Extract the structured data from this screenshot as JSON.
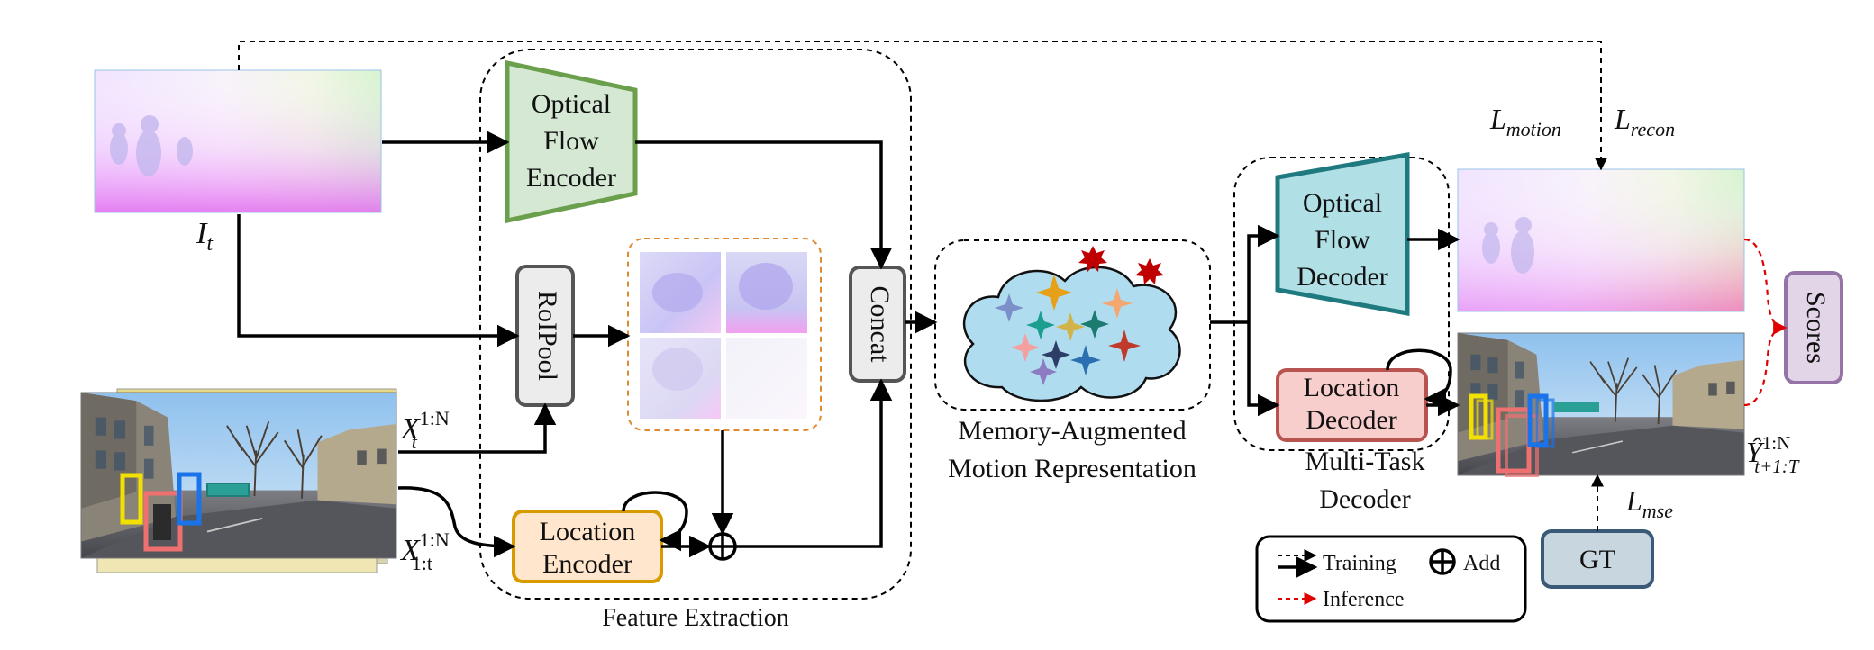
{
  "modules": {
    "optical_flow_encoder": [
      "Optical",
      "Flow",
      "Encoder"
    ],
    "roipool": "RoIPool",
    "concat": "Concat",
    "location_encoder": [
      "Location",
      "Encoder"
    ],
    "feature_extraction": "Feature Extraction",
    "memory": [
      "Memory-Augmented",
      "Motion Representation"
    ],
    "optical_flow_decoder": [
      "Optical",
      "Flow",
      "Decoder"
    ],
    "location_decoder": [
      "Location",
      "Decoder"
    ],
    "multitask": [
      "Multi-Task",
      "Decoder"
    ],
    "scores": "Scores",
    "gt": "GT"
  },
  "math": {
    "It_base": "I",
    "It_sub": "t",
    "xt_base": "X",
    "xt_sub": "t",
    "xt_sup": "1:N",
    "x1t_base": "X",
    "x1t_sub": "1:t",
    "x1t_sup": "1:N",
    "lmotion_base": "L",
    "lmotion_sub": "motion",
    "lrecon_base": "L",
    "lrecon_sub": "recon",
    "lmse_base": "L",
    "lmse_sub": "mse",
    "yhat_base": "Ŷ",
    "yhat_sub": "t+1:T",
    "yhat_sup": "1:N"
  },
  "legend": {
    "training": "Training",
    "add": "Add",
    "inference": "Inference"
  },
  "colors": {
    "encoder_fill": "#d5e8d4",
    "encoder_stroke": "#6a9f4c",
    "decoder_fill": "#b0e0e6",
    "decoder_stroke": "#1f7a80",
    "location_encoder_fill": "#ffe6cc",
    "location_encoder_stroke": "#d79b00",
    "location_decoder_fill": "#f8cecc",
    "location_decoder_stroke": "#b85450",
    "scores_fill": "#e1d5e7",
    "scores_stroke": "#9673a6",
    "gt_fill": "#c8d6e0",
    "gt_stroke": "#3a5a78",
    "cloud_fill": "#b0dcf0",
    "star_red": "#c00000",
    "inference_arrow": "#e00000"
  }
}
